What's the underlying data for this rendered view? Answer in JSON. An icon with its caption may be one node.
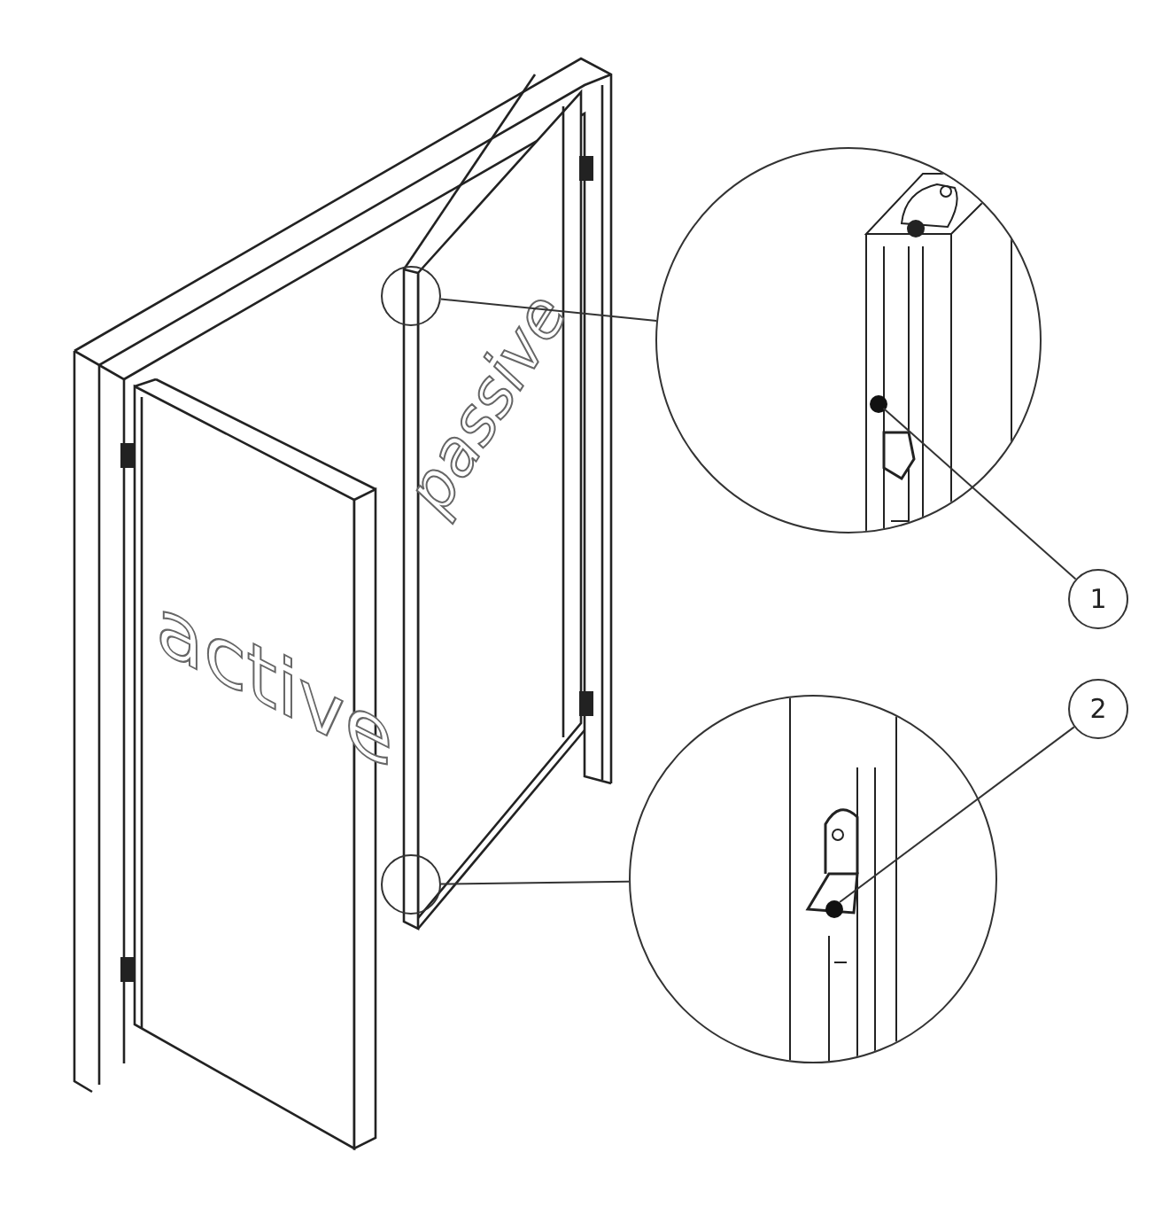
{
  "diagram": {
    "nodes": [
      {
        "text": [],
        "shape": "circle"
      },
      {
        "text": [],
        "shape": "circle"
      },
      {
        "text": [],
        "shape": "circle"
      },
      {
        "text": [],
        "shape": "circle"
      },
      {
        "text": [
          "1"
        ]
      },
      {
        "text": [
          "2"
        ]
      },
      {
        "text": [],
        "shape": "circle",
        "in": 2
      },
      {
        "text": [],
        "shape": "circle",
        "in": 3
      }
    ],
    "edges": [
      {
        "from": 0,
        "to": 2,
        "arrow": "none"
      },
      {
        "from": 1,
        "to": 3,
        "arrow": "none"
      },
      {
        "from": 4,
        "to": 6,
        "arrow": "none"
      },
      {
        "from": 5,
        "to": 7,
        "arrow": "none"
      }
    ],
    "labels": [
      "active",
      "passive"
    ]
  }
}
